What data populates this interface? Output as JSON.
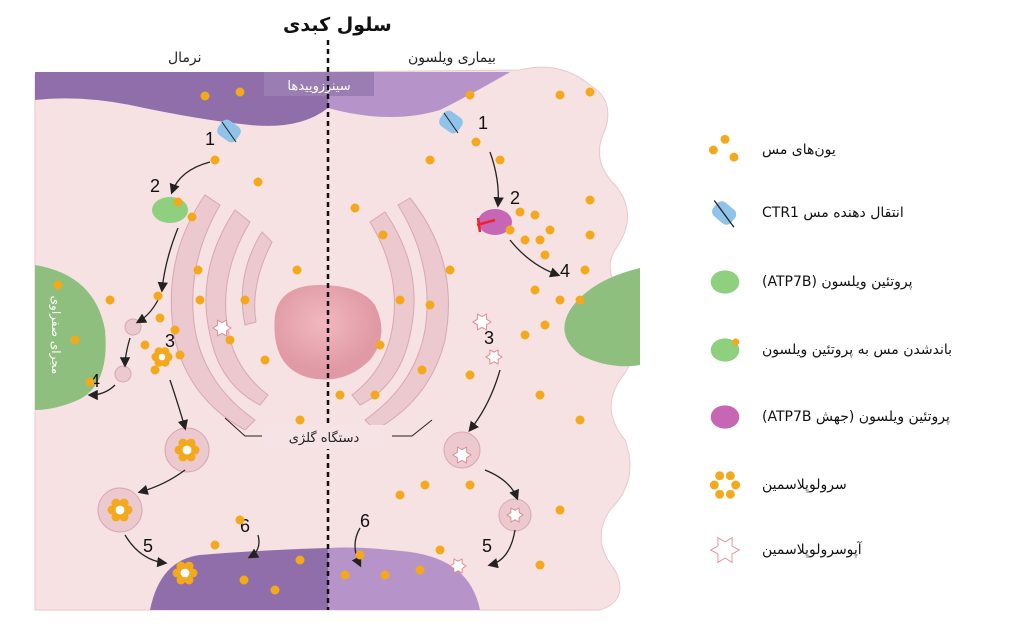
{
  "header": {
    "title": "سلول کبدی",
    "normal_label": "نرمال",
    "disease_label": "بیماری ویلسون"
  },
  "diagram": {
    "sinusoid_label": "سینوزوییدها",
    "bile_duct_label": "مجرای صفراوی",
    "golgi_label": "دستگاه گلژی",
    "step_numbers": [
      "1",
      "2",
      "3",
      "4",
      "5",
      "6"
    ],
    "colors": {
      "cytoplasm": "#f6e1e3",
      "sinusoid_normal": "#8f6ea9",
      "sinusoid_disease": "#b693c8",
      "bile_duct": "#8fbf7f",
      "copper": "#f4a91c",
      "ctr1": "#8fc3ea",
      "atp7b": "#8fd07f",
      "atp7b_mutant": "#c766b5",
      "golgi": "#e9c5cb"
    }
  },
  "legend": {
    "items": [
      {
        "label": "یون‌های مس",
        "icon": "copper-ions-icon"
      },
      {
        "label": "انتقال دهنده مس CTR1",
        "icon": "ctr1-transporter-icon"
      },
      {
        "label": "پروتئین ویلسون (ATP7B)",
        "icon": "atp7b-protein-icon"
      },
      {
        "label": "باندشدن مس به پروتئین ویلسون",
        "icon": "copper-bound-atp7b-icon"
      },
      {
        "label": "پروتئین ویلسون (جهش ATP7B)",
        "icon": "mutant-atp7b-icon"
      },
      {
        "label": "سرولوپلاسمین",
        "icon": "ceruloplasmin-icon"
      },
      {
        "label": "آپوسرولوپلاسمین",
        "icon": "apoceruloplasmin-icon"
      }
    ]
  }
}
